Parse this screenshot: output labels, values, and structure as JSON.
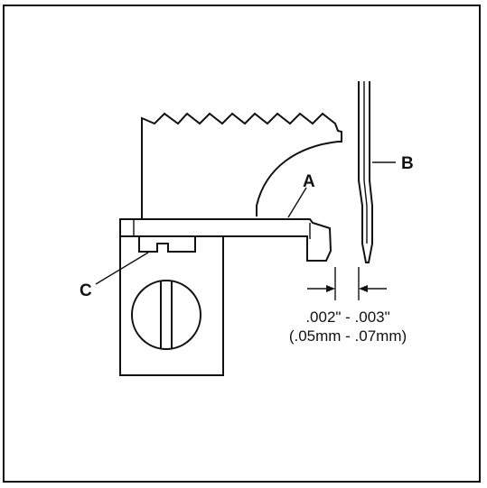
{
  "callouts": {
    "a": "A",
    "b": "B",
    "c": "C"
  },
  "dimension": {
    "line1": ".002\" - .003\"",
    "line2": "(.05mm - .07mm)"
  }
}
